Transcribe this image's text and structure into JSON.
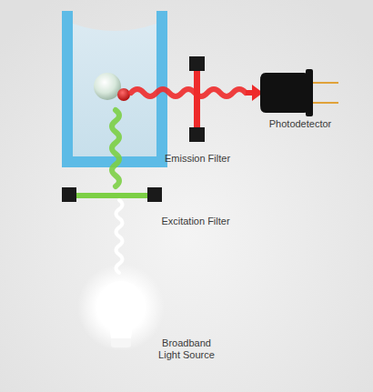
{
  "diagram": {
    "labels": [
      "Photodetector",
      "Emission Filter",
      "Excitation Filter",
      "Broadband Light Source"
    ]
  }
}
